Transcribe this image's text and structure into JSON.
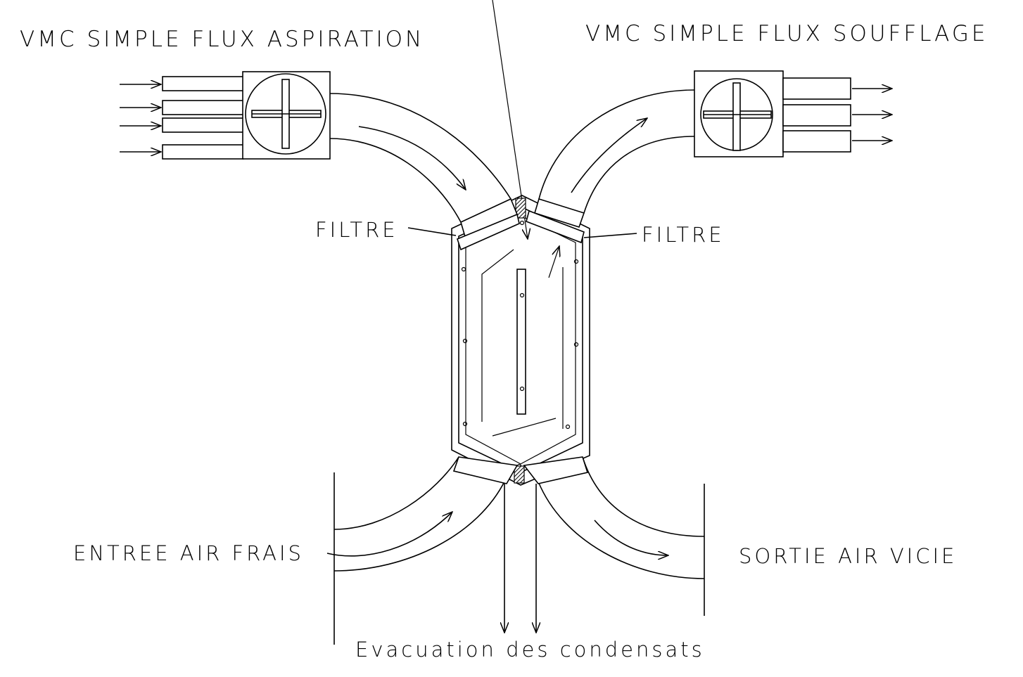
{
  "labels": {
    "vmc_aspiration": "VMC SIMPLE FLUX  ASPIRATION",
    "vmc_soufflage": "VMC SIMPLE FLUX  SOUFFLAGE",
    "filtre_left": "FILTRE",
    "filtre_right": "FILTRE",
    "entree_air_frais": "ENTREE AIR FRAIS",
    "sortie_air_vicie": "SORTIE  AIR VICIE",
    "evacuation_condensats": "Evacuation des condensats"
  },
  "icons": {
    "fan_left": "fan-icon",
    "fan_right": "fan-icon",
    "heat_exchanger": "heat-exchanger-icon"
  }
}
